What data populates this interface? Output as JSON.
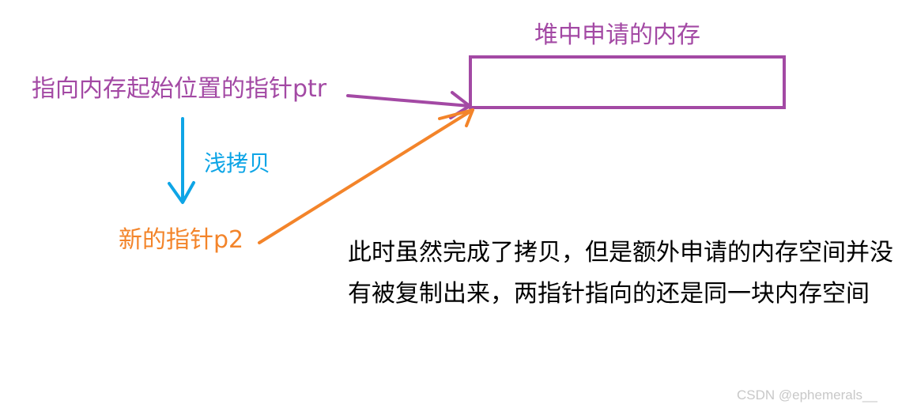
{
  "colors": {
    "purple": "#a349a4",
    "orange": "#f3842a",
    "blue": "#0ea5e6",
    "text": "#000000",
    "watermark": "#c8c8c8"
  },
  "heap": {
    "title": "堆中申请的内存"
  },
  "pointer_original": {
    "label": "指向内存起始位置的指针ptr"
  },
  "operation": {
    "label": "浅拷贝"
  },
  "pointer_new": {
    "label": "新的指针p2"
  },
  "note": {
    "text": "此时虽然完成了拷贝，但是额外申请的内存空间并没有被复制出来，两指针指向的还是同一块内存空间"
  },
  "watermark": {
    "text": "CSDN @ephemerals__"
  }
}
